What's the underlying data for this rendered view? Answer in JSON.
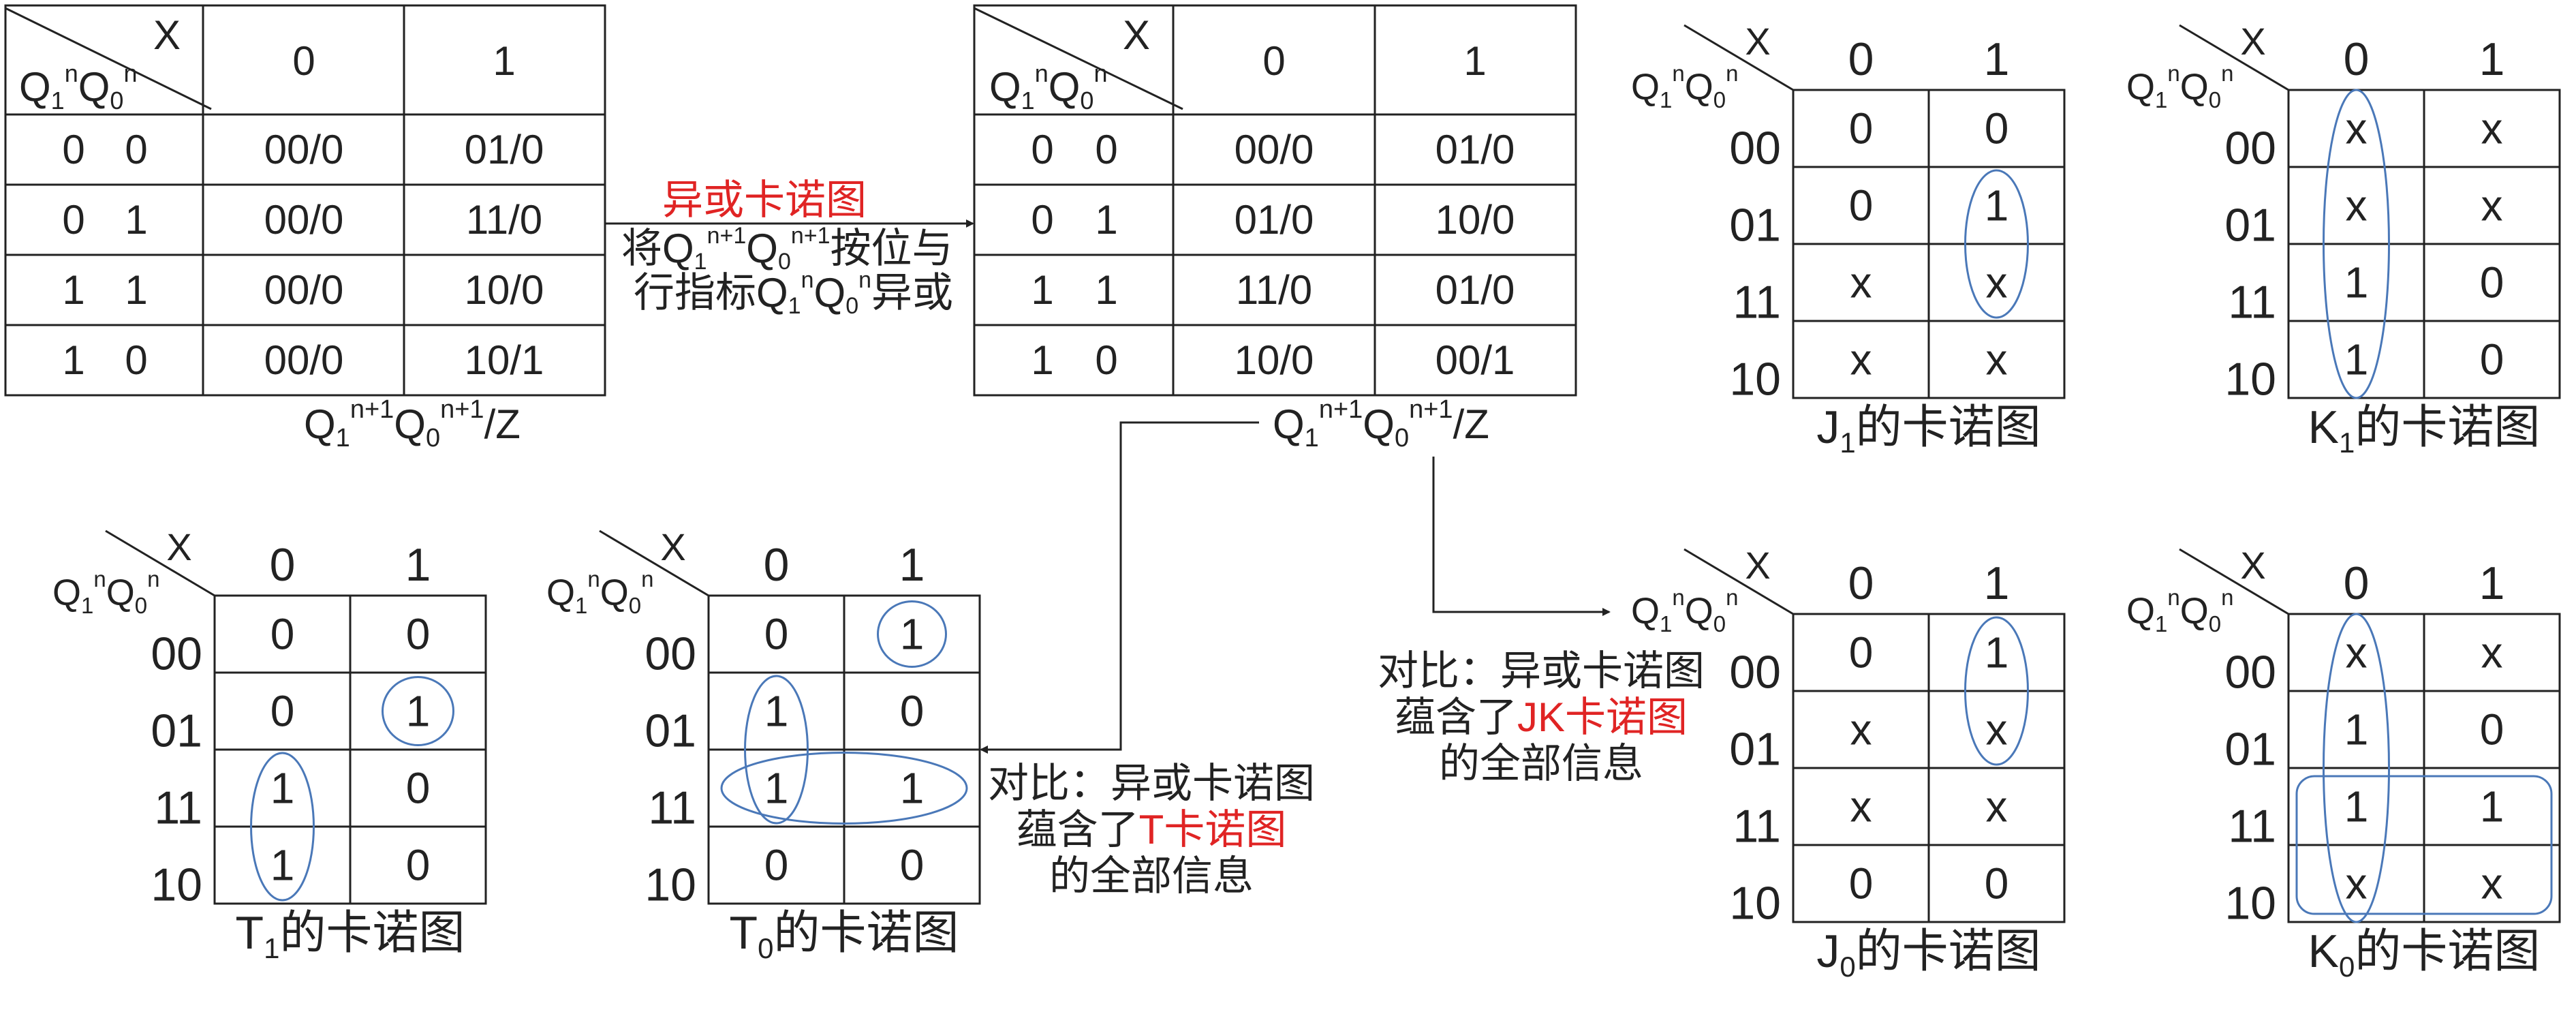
{
  "state_tables": [
    {
      "id": "next-state-table",
      "corner_x": "X",
      "corner_q": [
        "Q",
        "1",
        "n",
        "Q",
        "0",
        "n"
      ],
      "columns": [
        "0",
        "1"
      ],
      "rows": [
        {
          "label": [
            "0",
            "0"
          ],
          "cells": [
            "00/0",
            "01/0"
          ]
        },
        {
          "label": [
            "0",
            "1"
          ],
          "cells": [
            "00/0",
            "11/0"
          ]
        },
        {
          "label": [
            "1",
            "1"
          ],
          "cells": [
            "00/0",
            "10/0"
          ]
        },
        {
          "label": [
            "1",
            "0"
          ],
          "cells": [
            "00/0",
            "10/1"
          ]
        }
      ],
      "caption": [
        "Q",
        "1",
        "n+1",
        "Q",
        "0",
        "n+1",
        "/Z"
      ]
    },
    {
      "id": "xor-table",
      "corner_x": "X",
      "corner_q": [
        "Q",
        "1",
        "n",
        "Q",
        "0",
        "n"
      ],
      "columns": [
        "0",
        "1"
      ],
      "rows": [
        {
          "label": [
            "0",
            "0"
          ],
          "cells": [
            "00/0",
            "01/0"
          ]
        },
        {
          "label": [
            "0",
            "1"
          ],
          "cells": [
            "01/0",
            "10/0"
          ]
        },
        {
          "label": [
            "1",
            "1"
          ],
          "cells": [
            "11/0",
            "01/0"
          ]
        },
        {
          "label": [
            "1",
            "0"
          ],
          "cells": [
            "10/0",
            "00/1"
          ]
        }
      ],
      "caption": [
        "Q",
        "1",
        "n+1",
        "Q",
        "0",
        "n+1",
        "/Z"
      ]
    }
  ],
  "annotations": {
    "xor_title": "异或卡诺图",
    "xor_desc_line1": [
      "将Q",
      "1",
      "n+1",
      "Q",
      "0",
      "n+1",
      "按位与"
    ],
    "xor_desc_line2": [
      "行指标Q",
      "1",
      "n",
      "Q",
      "0",
      "n",
      "异或"
    ],
    "t_compare": [
      "对比：异或卡诺图",
      "蕴含了",
      "T卡诺图",
      "的全部信息"
    ],
    "jk_compare": [
      "对比：异或卡诺图",
      "蕴含了",
      "JK卡诺图",
      "的全部信息"
    ]
  },
  "kmaps": [
    {
      "id": "J1",
      "title": [
        "J",
        "1",
        "的卡诺图"
      ],
      "corner_x": "X",
      "corner_q": [
        "Q",
        "1",
        "n",
        "Q",
        "0",
        "n"
      ],
      "columns": [
        "0",
        "1"
      ],
      "rows": [
        "00",
        "01",
        "11",
        "10"
      ],
      "cells": [
        [
          "0",
          "0"
        ],
        [
          "0",
          "1"
        ],
        [
          "x",
          "x"
        ],
        [
          "x",
          "x"
        ]
      ]
    },
    {
      "id": "K1",
      "title": [
        "K",
        "1",
        "的卡诺图"
      ],
      "corner_x": "X",
      "corner_q": [
        "Q",
        "1",
        "n",
        "Q",
        "0",
        "n"
      ],
      "columns": [
        "0",
        "1"
      ],
      "rows": [
        "00",
        "01",
        "11",
        "10"
      ],
      "cells": [
        [
          "x",
          "x"
        ],
        [
          "x",
          "x"
        ],
        [
          "1",
          "0"
        ],
        [
          "1",
          "0"
        ]
      ]
    },
    {
      "id": "T1",
      "title": [
        "T",
        "1",
        "的卡诺图"
      ],
      "corner_x": "X",
      "corner_q": [
        "Q",
        "1",
        "n",
        "Q",
        "0",
        "n"
      ],
      "columns": [
        "0",
        "1"
      ],
      "rows": [
        "00",
        "01",
        "11",
        "10"
      ],
      "cells": [
        [
          "0",
          "0"
        ],
        [
          "0",
          "1"
        ],
        [
          "1",
          "0"
        ],
        [
          "1",
          "0"
        ]
      ]
    },
    {
      "id": "T0",
      "title": [
        "T",
        "0",
        "的卡诺图"
      ],
      "corner_x": "X",
      "corner_q": [
        "Q",
        "1",
        "n",
        "Q",
        "0",
        "n"
      ],
      "columns": [
        "0",
        "1"
      ],
      "rows": [
        "00",
        "01",
        "11",
        "10"
      ],
      "cells": [
        [
          "0",
          "1"
        ],
        [
          "1",
          "0"
        ],
        [
          "1",
          "1"
        ],
        [
          "0",
          "0"
        ]
      ]
    },
    {
      "id": "J0",
      "title": [
        "J",
        "0",
        "的卡诺图"
      ],
      "corner_x": "X",
      "corner_q": [
        "Q",
        "1",
        "n",
        "Q",
        "0",
        "n"
      ],
      "columns": [
        "0",
        "1"
      ],
      "rows": [
        "00",
        "01",
        "11",
        "10"
      ],
      "cells": [
        [
          "0",
          "1"
        ],
        [
          "x",
          "x"
        ],
        [
          "x",
          "x"
        ],
        [
          "0",
          "0"
        ]
      ]
    },
    {
      "id": "K0",
      "title": [
        "K",
        "0",
        "的卡诺图"
      ],
      "corner_x": "X",
      "corner_q": [
        "Q",
        "1",
        "n",
        "Q",
        "0",
        "n"
      ],
      "columns": [
        "0",
        "1"
      ],
      "rows": [
        "00",
        "01",
        "11",
        "10"
      ],
      "cells": [
        [
          "x",
          "x"
        ],
        [
          "1",
          "0"
        ],
        [
          "1",
          "1"
        ],
        [
          "x",
          "x"
        ]
      ]
    }
  ],
  "colors": {
    "line": "#222222",
    "loop": "#4a78b8",
    "highlight": "#e02424"
  }
}
